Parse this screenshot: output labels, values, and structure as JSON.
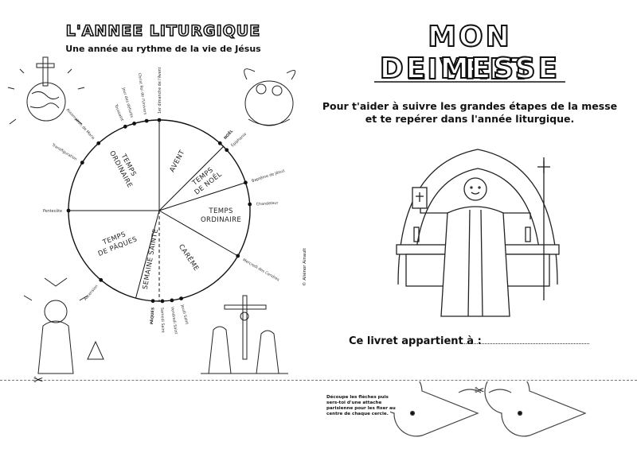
{
  "left": {
    "title": "L'ANNEE LITURGIQUE",
    "subtitle": "Une année au rythme de la vie de Jésus",
    "seasons": [
      {
        "id": "avent",
        "lines": [
          "AVENT"
        ]
      },
      {
        "id": "noel",
        "lines": [
          "TEMPS",
          "DE NOËL"
        ]
      },
      {
        "id": "ordinaire2",
        "lines": [
          "TEMPS",
          "ORDINAIRE"
        ]
      },
      {
        "id": "careme",
        "lines": [
          "CARÊME"
        ]
      },
      {
        "id": "semaine_sainte",
        "lines": [
          "SEMAINE SAINTE"
        ]
      },
      {
        "id": "paques",
        "lines": [
          "TEMPS",
          "DE PÂQUES"
        ]
      },
      {
        "id": "ordinaire1",
        "lines": [
          "TEMPS",
          "ORDINAIRE"
        ]
      }
    ],
    "events": [
      "1er dimanche de l'Avent",
      "NOËL",
      "Épiphanie",
      "Baptême de Jésus",
      "Chandeleur",
      "Mercredi des Cendres",
      "Jeudi Saint",
      "Vendredi Saint",
      "Samedi Saint",
      "PÂQUES",
      "Ascension",
      "Pentecôte",
      "Transfiguration",
      "Assomption de Marie",
      "Toussaint",
      "Jour des défunts",
      "Christ Roi de l'Univers"
    ]
  },
  "right": {
    "title_line1": "MON LIVRET",
    "title_line2": "DE MESSE",
    "intro_line1": "Pour t'aider à suivre les grandes étapes de la messe",
    "intro_line2": "et te repérer dans l'année liturgique.",
    "owner_label": "Ce livret appartient à :",
    "credit": "© Aliénor Ainault"
  },
  "cutout": {
    "instructions": "Découpe les flèches puis sers-toi d'une attache parisienne pour les fixer au centre de chaque cercle."
  }
}
